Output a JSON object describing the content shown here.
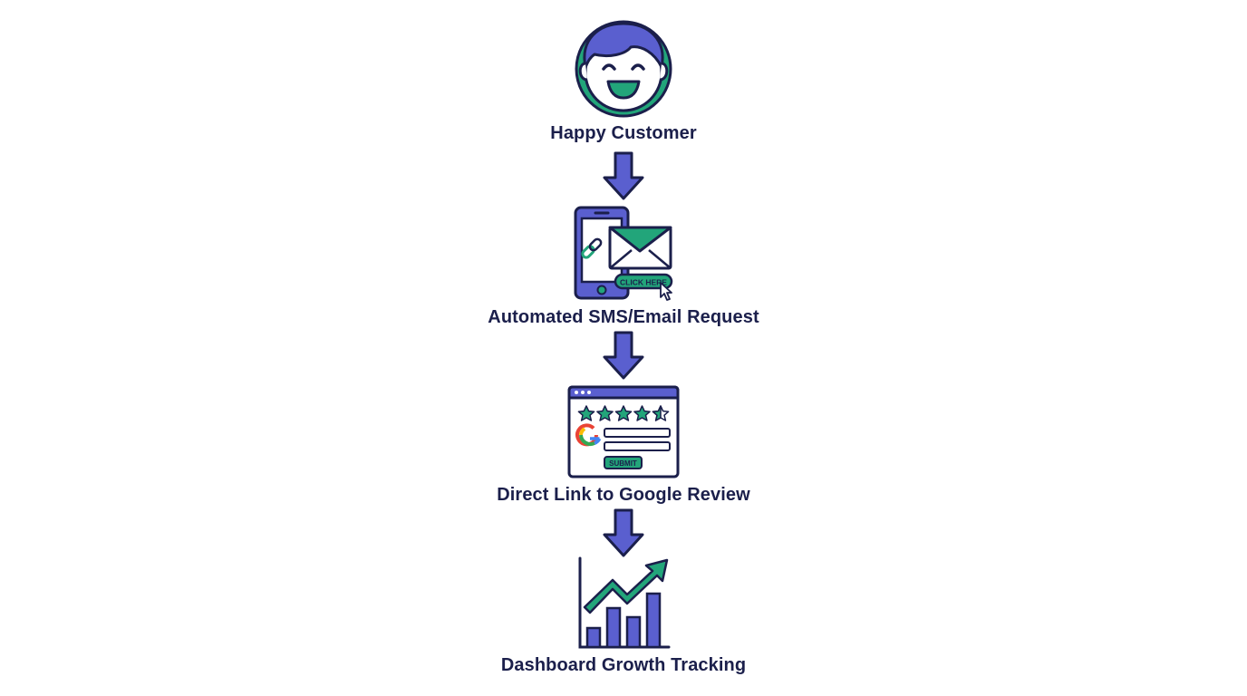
{
  "colors": {
    "outline": "#1b1f4b",
    "purple": "#5a5fcf",
    "green": "#22a57a",
    "face": "#ffffff"
  },
  "steps": [
    {
      "label": "Happy Customer",
      "icon": "happy-face-icon"
    },
    {
      "label": "Automated SMS/Email Request",
      "icon": "phone-email-icon"
    },
    {
      "label": "Direct Link to Google Review",
      "icon": "review-browser-icon"
    },
    {
      "label": "Dashboard Growth Tracking",
      "icon": "growth-chart-icon"
    }
  ],
  "phone_icon": {
    "button_text": "CLICK HERE"
  },
  "review_icon": {
    "submit_text": "SUBMIT",
    "stars_filled": 4.5,
    "stars_total": 5
  },
  "arrows": [
    {
      "icon": "down-arrow-icon"
    },
    {
      "icon": "down-arrow-icon"
    },
    {
      "icon": "down-arrow-icon"
    }
  ]
}
